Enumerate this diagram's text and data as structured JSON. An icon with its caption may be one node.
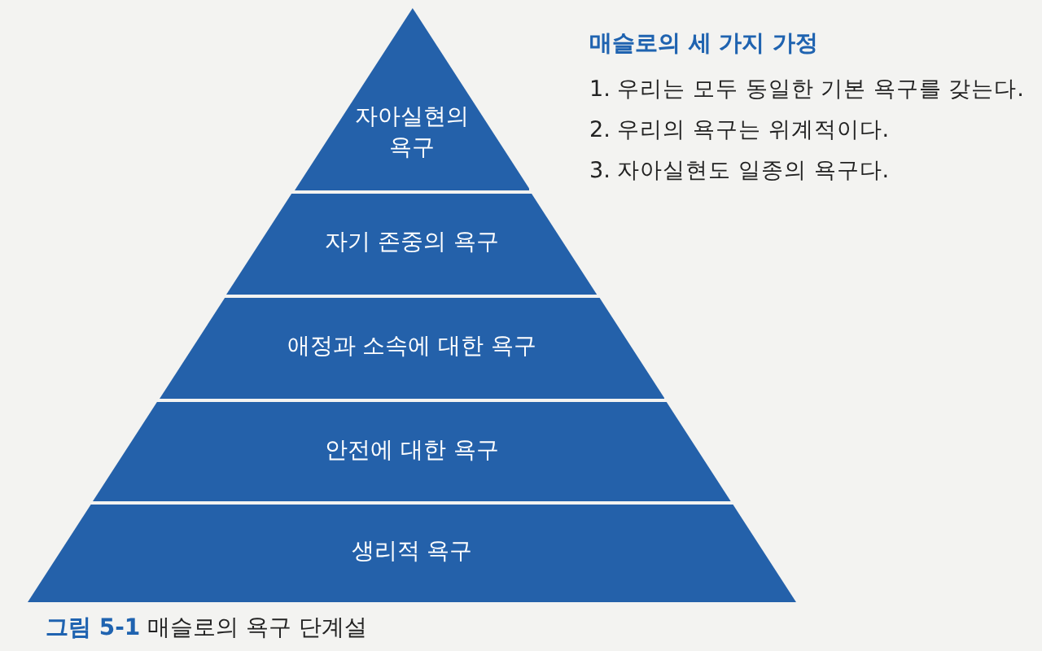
{
  "diagram": {
    "caption": "**그림 5-1** 매슬로의 욕구 단계설",
    "nodes": [
      {
        "text": [
          "자아실현의 욕구"
        ]
      },
      {
        "text": [
          "자기 존중의 욕구"
        ]
      },
      {
        "text": [
          "애정과 소속에 대한 욕구"
        ]
      },
      {
        "text": [
          "안전에 대한 욕구"
        ]
      },
      {
        "text": [
          "생리적 욕구"
        ]
      }
    ],
    "labels": [
      "매슬로의 세 가지 가정",
      "1. 우리는 모두 동일한 기본 욕구를 갖는다.",
      "2. 우리의 욕구는 위계적이다.",
      "3. 자아실현도 일종의 욕구다."
    ]
  }
}
